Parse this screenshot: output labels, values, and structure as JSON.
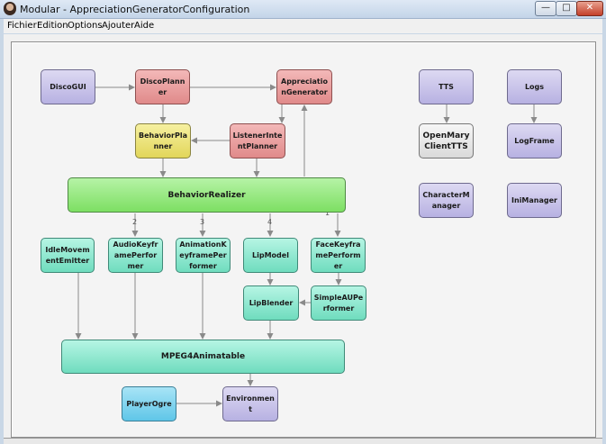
{
  "window": {
    "title": "Modular - AppreciationGeneratorConfiguration",
    "minimize_label": "—",
    "maximize_label": "□",
    "close_label": "✕"
  },
  "menu": [
    "Fichier",
    "Edition",
    "Options",
    "Ajouter",
    "Aide"
  ],
  "nodes": {
    "disco_gui": "DiscoGUI",
    "disco_planner": "DiscoPlanner",
    "appreciation_generator": "AppreciationGenerator",
    "behavior_planner": "BehaviorPlanner",
    "listener_intent_planner": "ListenerIntentPlanner",
    "behavior_realizer": "BehaviorRealizer",
    "tts": "TTS",
    "logs": "Logs",
    "openmary_client_tts": "OpenMary ClientTTS",
    "log_frame": "LogFrame",
    "character_manager": "CharacterManager",
    "ini_manager": "IniManager",
    "idle_movement_emitter": "IdleMovementEmitter",
    "audio_keyframe_performer": "AudioKeyframePerformer",
    "animation_keyframe_performer": "AnimationKeyframePerformer",
    "lip_model": "LipModel",
    "face_keyframe_performer": "FaceKeyframePerformer",
    "lip_blender": "LipBlender",
    "simple_aup_performer": "SimpleAUPerformer",
    "mpeg4_animatable": "MPEG4Animatable",
    "player_ogre": "PlayerOgre",
    "environment": "Environment"
  },
  "edge_labels": [
    "2",
    "3",
    "4",
    "1"
  ],
  "colors": {
    "purple": "#b7b1e2",
    "pink": "#e08a8a",
    "yellow": "#e2d65a",
    "green": "#7ddf63",
    "teal": "#6fdcbe",
    "gray": "#dadada",
    "cyan": "#5fc6e8"
  }
}
